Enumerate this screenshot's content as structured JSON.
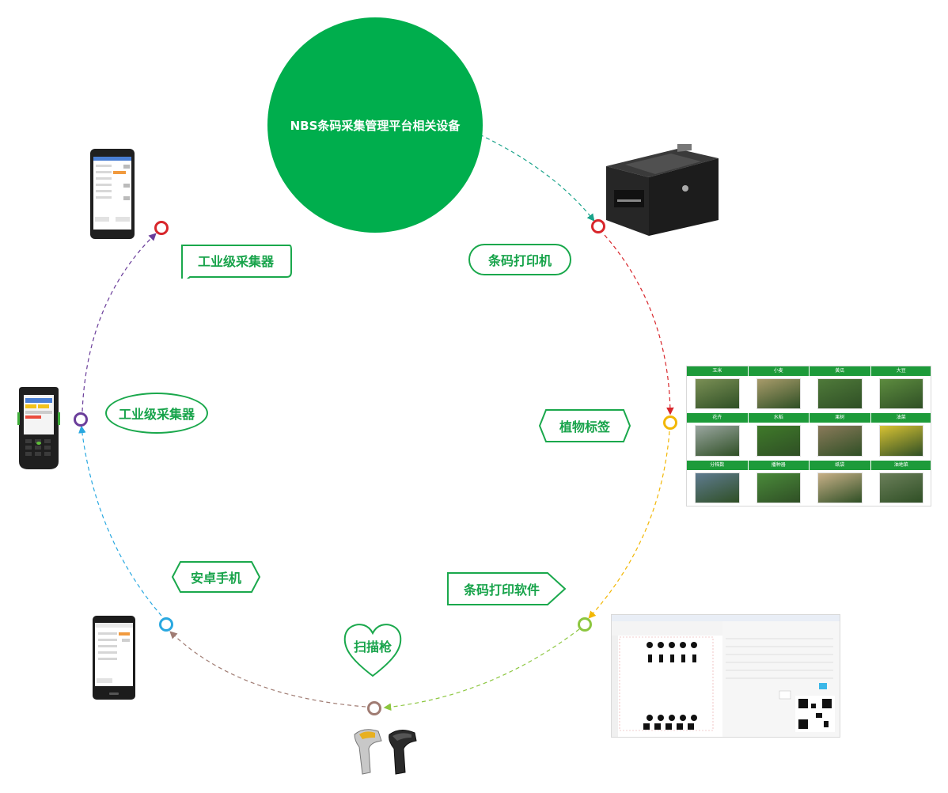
{
  "hub": {
    "title": "NBS条码采集管理平台相关设备",
    "color": "#00ae4d"
  },
  "labels": {
    "printer": "条码打印机",
    "plant_tags": "植物标签",
    "print_software": "条码打印软件",
    "scanner": "扫描枪",
    "android_phone": "安卓手机",
    "collector_left": "工业级采集器",
    "collector_top": "工业级采集器"
  },
  "node_colors": {
    "printer": "#d8262b",
    "plant_tags": "#f2b705",
    "print_software": "#8cc63f",
    "scanner": "#a07c73",
    "android_phone": "#29a8e0",
    "collector_left": "#6a3d9a",
    "collector_top": "#d8262b"
  },
  "plant_grid": {
    "rows": [
      [
        "玉米",
        "小麦",
        "黄瓜",
        "大豆"
      ],
      [
        "花卉",
        "水稻",
        "果树",
        "油菜"
      ],
      [
        "分株数",
        "播种器",
        "纸袋",
        "油地菜"
      ]
    ]
  },
  "icons": [
    "printer-icon",
    "barcode-scanner-icon",
    "android-phone-icon",
    "industrial-collector-icon"
  ]
}
